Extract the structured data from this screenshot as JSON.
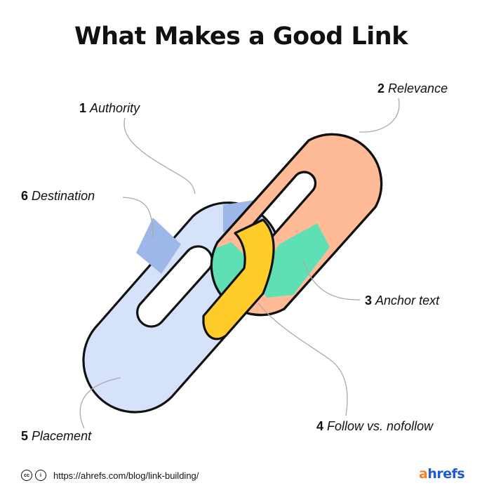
{
  "title": "What Makes a Good Link",
  "labels": [
    {
      "num": "1",
      "text": "Authority"
    },
    {
      "num": "2",
      "text": "Relevance"
    },
    {
      "num": "3",
      "text": "Anchor text"
    },
    {
      "num": "4",
      "text": "Follow vs. nofollow"
    },
    {
      "num": "5",
      "text": "Placement"
    },
    {
      "num": "6",
      "text": "Destination"
    }
  ],
  "colors": {
    "authority": "#d39bff",
    "relevance": "#ffbb96",
    "anchor_text": "#5ee0b4",
    "follow": "#ffcc29",
    "placement": "#d6e1fa",
    "destination": "#9db8e8",
    "outline": "#111111",
    "leader_line": "#aaaaaa"
  },
  "footer": {
    "license_icons": [
      "creative-commons-icon",
      "attribution-icon"
    ],
    "url": "https://ahrefs.com/blog/link-building/"
  },
  "brand": {
    "prefix": "a",
    "rest": "hrefs",
    "prefix_color": "#f58025",
    "rest_color": "#1d5bd6"
  }
}
